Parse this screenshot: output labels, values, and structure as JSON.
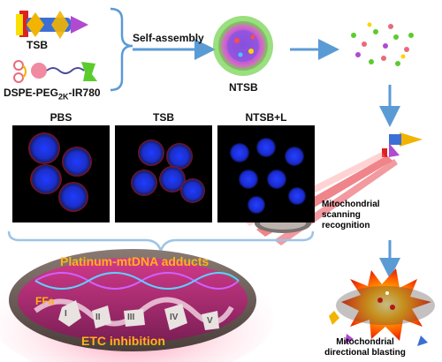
{
  "labels": {
    "tsb": "TSB",
    "dspe_prefix": "DSPE-PEG",
    "dspe_sub": "2K",
    "dspe_suffix": "-IR780",
    "self_assembly": "Self-assembly",
    "ntsb": "NTSB",
    "mito_scan_line1": "Mitochondrial",
    "mito_scan_line2": "scanning",
    "mito_scan_line3": "recognition",
    "mito_blast_line1": "Mitochondrial",
    "mito_blast_line2": "directional blasting"
  },
  "panels": [
    {
      "title": "PBS"
    },
    {
      "title": "TSB"
    },
    {
      "title": "NTSB+L"
    }
  ],
  "mitochondrion": {
    "adducts": "Platinum-mtDNA adducts",
    "ffa": "FFa",
    "etc": "ETC inhibition",
    "complexes": [
      "I",
      "II",
      "III",
      "IV",
      "V"
    ]
  },
  "colors": {
    "arrow": "#5b9bd5",
    "orange_text": "#ffb21a",
    "background": "#ffffff"
  }
}
